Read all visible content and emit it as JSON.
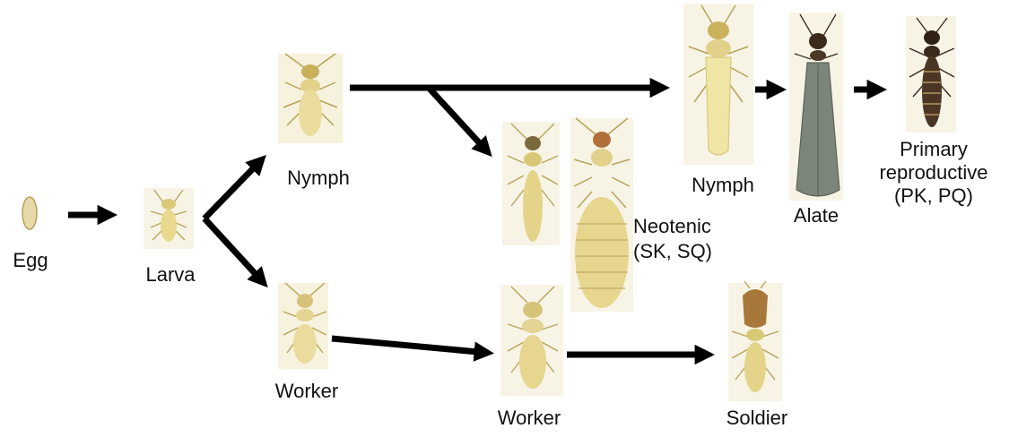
{
  "diagram": {
    "stages": {
      "egg": "Egg",
      "larva": "Larva",
      "nymph_early": "Nymph",
      "worker_early": "Worker",
      "neotenic": "Neotenic",
      "neotenic_codes": "(SK, SQ)",
      "nymph_late": "Nymph",
      "alate": "Alate",
      "primary_line1": "Primary",
      "primary_line2": "reproductive",
      "primary_codes": "(PK, PQ)",
      "worker_late": "Worker",
      "soldier": "Soldier"
    },
    "colors": {
      "arrow": "#000000",
      "body_pale": "#efe6a6",
      "body_mid": "#d9c878",
      "body_dark": "#b79f4c",
      "head_brown": "#8a6a2a",
      "alate_wing": "#7c8579",
      "dark_body": "#3a2a1c",
      "egg": "#e8d9a8"
    }
  }
}
